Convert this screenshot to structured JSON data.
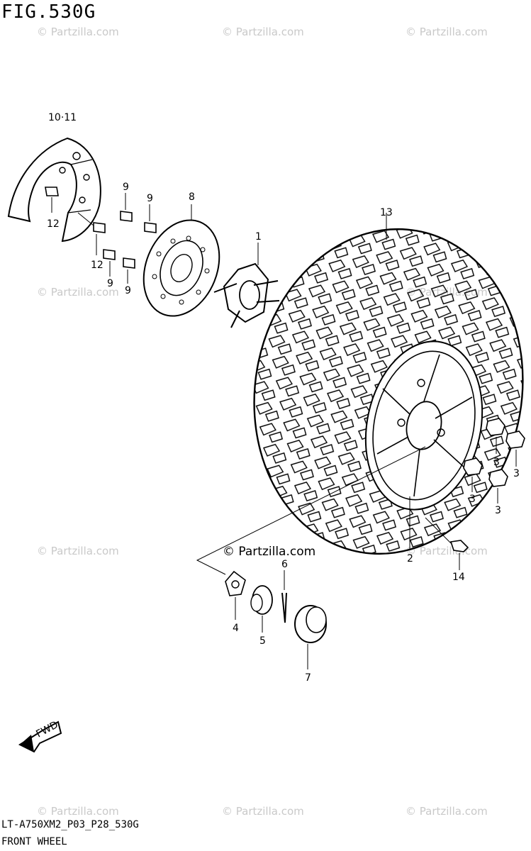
{
  "figure_title": "FIG.530G",
  "footer": {
    "code": "LT-A750XM2_P03_P28_530G",
    "name": "FRONT WHEEL"
  },
  "watermark": "© Partzilla.com",
  "watermark_center": "© Partzilla.com",
  "direction_label": "FWD",
  "callouts": {
    "c1": "1",
    "c2": "2",
    "c3a": "3",
    "c3b": "3",
    "c3c": "3",
    "c3d": "3",
    "c4": "4",
    "c5": "5",
    "c6": "6",
    "c7": "7",
    "c8": "8",
    "c9a": "9",
    "c9b": "9",
    "c9c": "9",
    "c9d": "9",
    "c1011": "10·11",
    "c12a": "12",
    "c12b": "12",
    "c13": "13",
    "c14": "14"
  }
}
